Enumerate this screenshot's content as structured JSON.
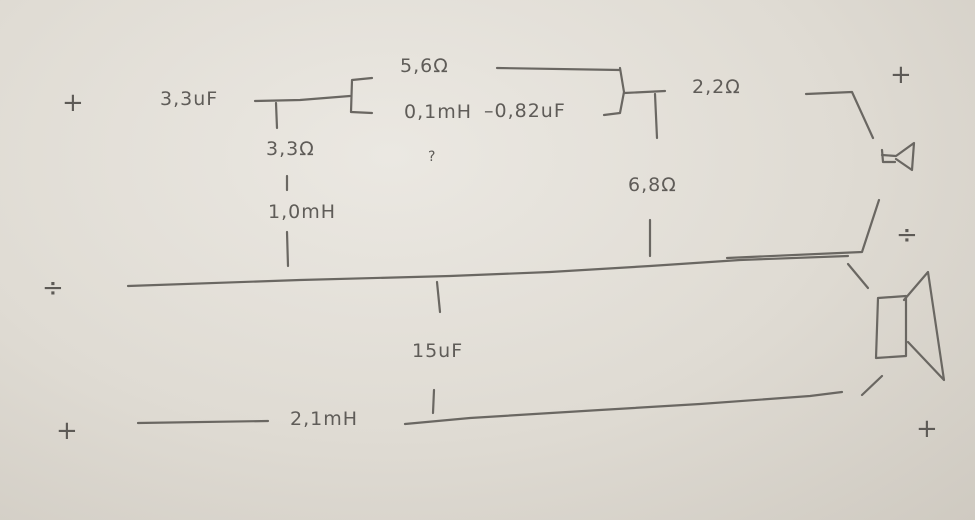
{
  "diagram": {
    "terminals": {
      "top_left": "+",
      "mid_left": "÷",
      "bottom_left": "+",
      "tweeter_plus": "+",
      "mid_right": "÷",
      "bottom_right": "+"
    },
    "components": {
      "c_3_3uF": "3,3uF",
      "r_5_6": "5,6Ω",
      "l_0_1mH": "0,1mH",
      "c_0_82uF": "–0,82uF",
      "r_3_3": "3,3Ω",
      "l_1_0mH": "1,0mH",
      "r_2_2": "2,2Ω",
      "r_6_8": "6,8Ω",
      "c_15uF": "15uF",
      "l_2_1mH": "2,1mH"
    },
    "annotations": {
      "question_mark": "?"
    }
  }
}
